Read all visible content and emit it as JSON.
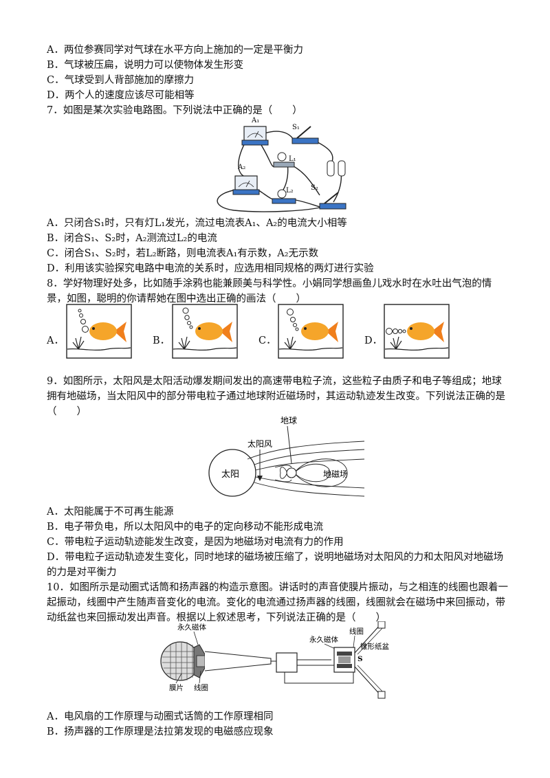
{
  "q6": {
    "options": [
      "A．两位参赛同学对气球在水平方向上施加的一定是平衡力",
      "B．气球被压扁，说明力可以使物体发生形变",
      "C．气球受到人背部施加的摩擦力",
      "D．两个人的速度应该尽可能相等"
    ]
  },
  "q7": {
    "stem": "7．如图是某次实验电路图。下列说法中正确的是（　　）",
    "fig_labels": {
      "a1": "A₁",
      "a2": "A₂",
      "s1": "S₁",
      "s2": "S₂",
      "l1": "L₁",
      "l2": "L₂"
    },
    "options": [
      "A．只闭合S₁时，只有灯L₁发光，流过电流表A₁、A₂的电流大小相等",
      "B．闭合S₁、S₂时，A₂测流过L₂的电流",
      "C．闭合S₁、S₂时，若L₂断路，则电流表A₁有示数，A₂无示数",
      "D．利用该实验探究电路中电流的关系时，应选用相同规格的两灯进行实验"
    ]
  },
  "q8": {
    "stem_1": "8．学好物理好处多，比如随手涂鸦也能兼顾美与科学性。小娟同学想画鱼儿戏水时在水吐出气泡的情",
    "stem_2": "景，如图，聪明的你请帮她在图中选出正确的画法（　　）",
    "option_labels": [
      "A．",
      "B．",
      "C．",
      "D．"
    ]
  },
  "q9": {
    "stem_1": "9．如图所示，太阳风是太阳活动爆发期间发出的高速带电粒子流，这些粒子由质子和电子等组成；地球",
    "stem_2": "拥有地磁场，当太阳风中的部分带电粒子通过地球附近磁场时，其运动轨迹发生改变。下列说法正确的是",
    "stem_3": "（　　）",
    "fig_labels": {
      "earth": "地球",
      "wind": "太阳风",
      "sun": "太阳",
      "field": "地磁场"
    },
    "options": [
      "A．太阳能属于不可再生能源",
      "B．电子带负电，所以太阳风中的电子的定向移动不能形成电流",
      "C．带电粒子运动轨迹能发生改变，是因为地磁场对电流有力的作用",
      "D．带电粒子运动轨迹发生变化，同时地球的磁场被压缩了，说明地磁场对太阳风的力和太阳风对地磁场",
      "的力是对平衡力"
    ]
  },
  "q10": {
    "stem_1": "10．如图所示是动圈式话筒和扬声器的构造示意图。讲话时的声音使膜片振动，与之相连的线圈也跟着一",
    "stem_2": "起振动，线圈中产生随声音变化的电流。变化的电流通过扬声器的线圈，线圈就会在磁场中来回振动，带",
    "stem_3": "动纸盆也来回振动发出声音。根据以上叙述思考，下列说法正确的是（　　）",
    "fig_labels": {
      "mic_magnet": "永久磁体",
      "diaphragm": "膜片",
      "mic_coil": "线圈",
      "spk_magnet": "永久磁体",
      "spk_coil": "线圈",
      "cone": "锥形纸盆",
      "s_pole": "S"
    },
    "options": [
      "A．电风扇的工作原理与动圈式话筒的工作原理相同",
      "B．扬声器的工作原理是法拉第发现的电磁感应现象"
    ]
  }
}
